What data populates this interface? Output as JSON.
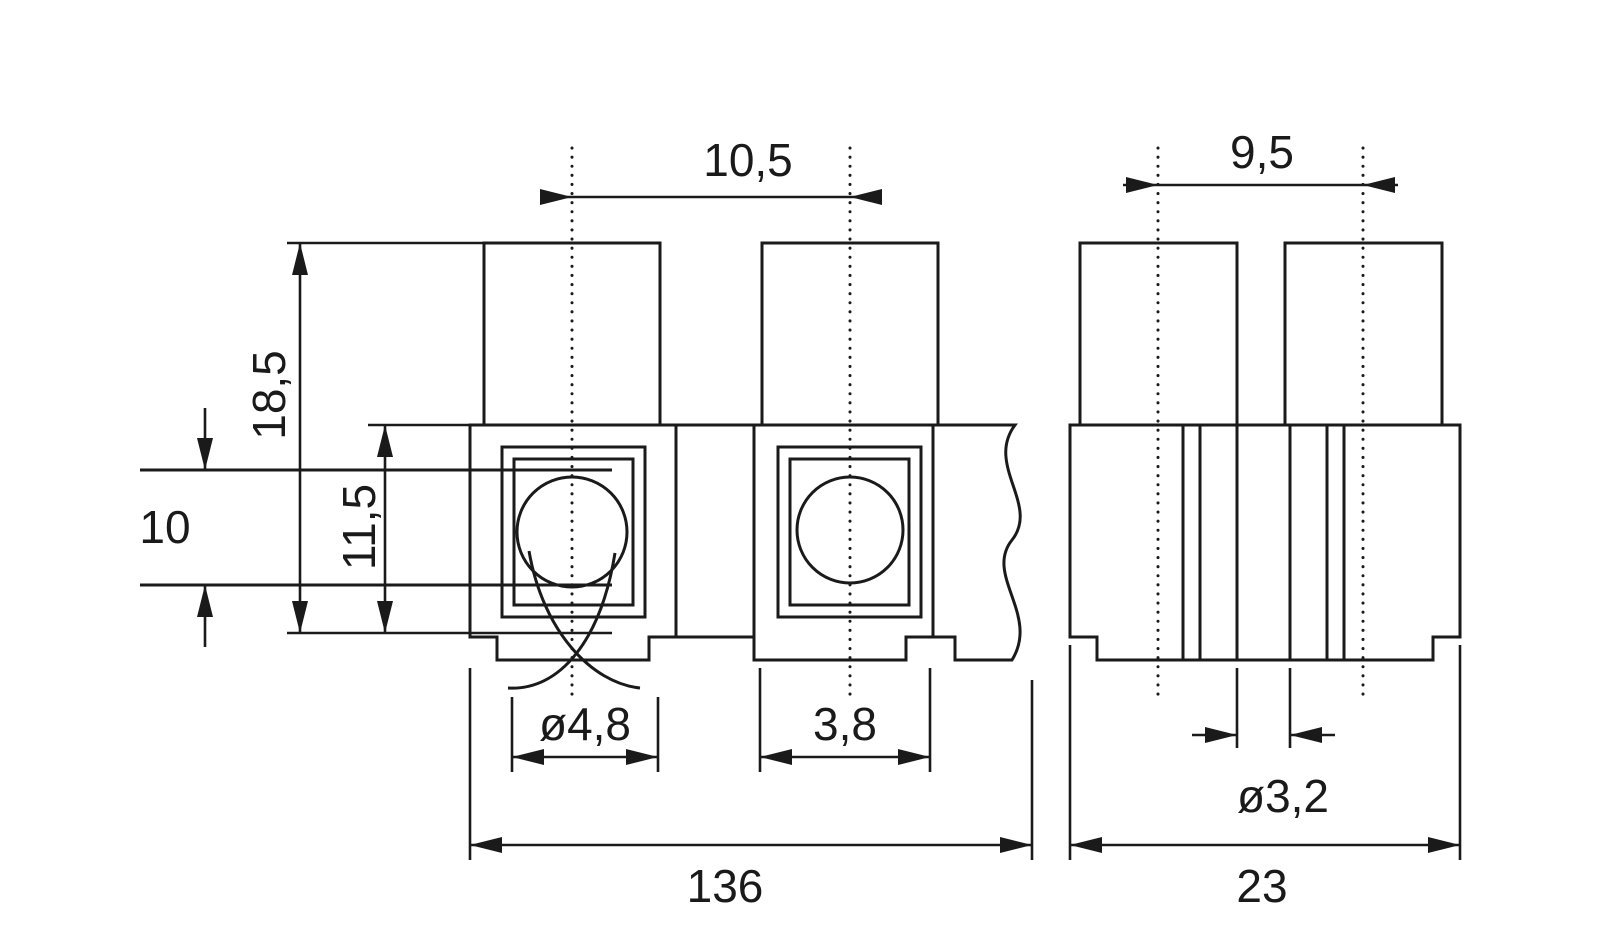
{
  "drawing": {
    "kind": "technical-dimension-drawing",
    "subject": "screw terminal block, two views",
    "colors": {
      "ink": "#1a1a1a",
      "background": "#ffffff"
    },
    "front_view": {
      "dimensions": {
        "pitch": "10,5",
        "overall_height": "18,5",
        "body_height": "11,5",
        "clamp_opening": "10",
        "wire_hole_diameter": "ø4,8",
        "slot_width": "3,8",
        "overall_length": "136"
      }
    },
    "side_view": {
      "dimensions": {
        "screw_spacing": "9,5",
        "screw_hole_diameter": "ø3,2",
        "depth": "23"
      }
    }
  }
}
